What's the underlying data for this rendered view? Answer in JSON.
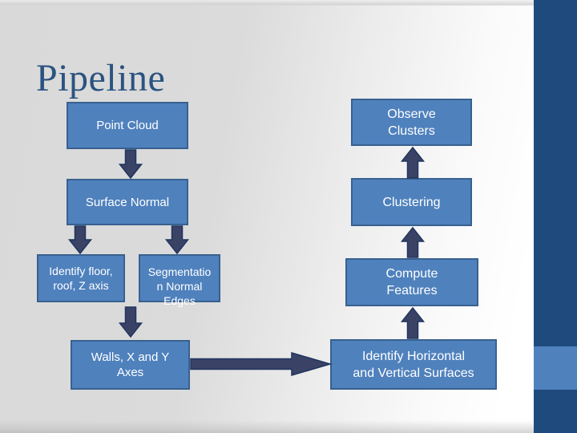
{
  "slide": {
    "title": "Pipeline"
  },
  "boxes": {
    "point_cloud": {
      "label": "Point Cloud"
    },
    "surface_normal": {
      "label": "Surface Normal"
    },
    "identify_floor": {
      "label": "Identify floor,\nroof, Z axis"
    },
    "segmentation": {
      "label": "Segmentatio\nn Normal\nEdges"
    },
    "walls": {
      "label": "Walls, X and Y\nAxes"
    },
    "identify_horizontal": {
      "label": "Identify Horizontal\nand Vertical Surfaces"
    },
    "compute_features": {
      "label": "Compute\nFeatures"
    },
    "clustering": {
      "label": "Clustering"
    },
    "observe_clusters": {
      "label": "Observe\nClusters"
    }
  },
  "arrows": [
    {
      "from": "Point Cloud",
      "to": "Surface Normal",
      "direction": "down"
    },
    {
      "from": "Surface Normal",
      "to": "Identify floor, roof, Z axis",
      "direction": "down"
    },
    {
      "from": "Surface Normal",
      "to": "Segmentation Normal Edges",
      "direction": "down"
    },
    {
      "from": "Identify floor / Segmentation",
      "to": "Walls, X and Y Axes",
      "direction": "down"
    },
    {
      "from": "Walls, X and Y Axes",
      "to": "Identify Horizontal and Vertical Surfaces",
      "direction": "right"
    },
    {
      "from": "Identify Horizontal and Vertical Surfaces",
      "to": "Compute Features",
      "direction": "up"
    },
    {
      "from": "Compute Features",
      "to": "Clustering",
      "direction": "up"
    },
    {
      "from": "Clustering",
      "to": "Observe Clusters",
      "direction": "up"
    }
  ],
  "colors": {
    "box_fill": "#4f81bd",
    "box_border": "#38618f",
    "box_text": "#ffffff",
    "arrow_fill": "#3a4266",
    "arrow_outline": "#20355f",
    "title_color": "#2b5381",
    "sidebar_stripe": "#1f4a7e",
    "sidebar_accent": "#4f81bd",
    "background_left": "#d9d9d9",
    "background_right": "#ffffff"
  }
}
